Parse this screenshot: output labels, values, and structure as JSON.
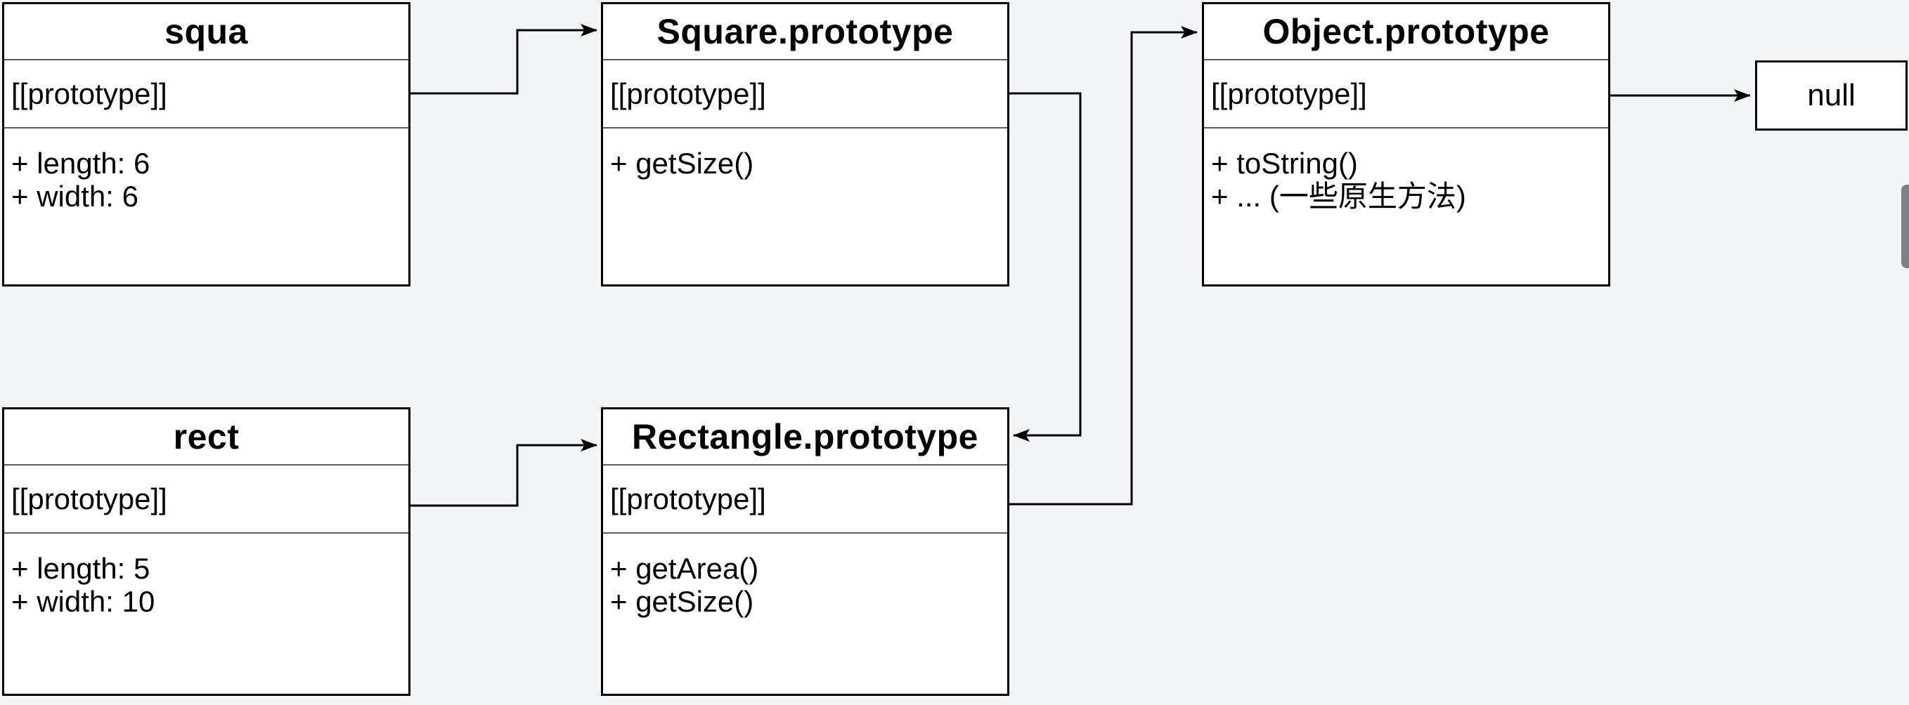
{
  "theme": {
    "bg": "#f3f4f6",
    "box-fill": "#ffffff",
    "stroke": "#000000",
    "divider": "#5c5c5c",
    "scrollbar": "#7d8084"
  },
  "boxes": [
    {
      "id": "squa",
      "title": "squa",
      "proto_label": "[[prototype]]",
      "members": [
        "+ length: 6",
        "+ width: 6"
      ]
    },
    {
      "id": "square_prototype",
      "title": "Square.prototype",
      "proto_label": "[[prototype]]",
      "members": [
        "+ getSize()"
      ]
    },
    {
      "id": "object_prototype",
      "title": "Object.prototype",
      "proto_label": "[[prototype]]",
      "members": [
        "+ toString()",
        "+ ... (一些原生方法)"
      ]
    },
    {
      "id": "rect",
      "title": "rect",
      "proto_label": "[[prototype]]",
      "members": [
        "+ length: 5",
        "+ width: 10"
      ]
    },
    {
      "id": "rectangle_prototype",
      "title": "Rectangle.prototype",
      "proto_label": "[[prototype]]",
      "members": [
        "+ getArea()",
        "+ getSize()"
      ]
    },
    {
      "id": "null_terminator",
      "title": "null"
    }
  ],
  "connectors": [
    {
      "from": "squa.[[prototype]]",
      "to": "Square.prototype"
    },
    {
      "from": "Square.prototype.[[prototype]]",
      "to": "Rectangle.prototype"
    },
    {
      "from": "Rectangle.prototype.[[prototype]]",
      "to": "Object.prototype"
    },
    {
      "from": "Object.prototype.[[prototype]]",
      "to": "null"
    },
    {
      "from": "rect.[[prototype]]",
      "to": "Rectangle.prototype"
    }
  ]
}
